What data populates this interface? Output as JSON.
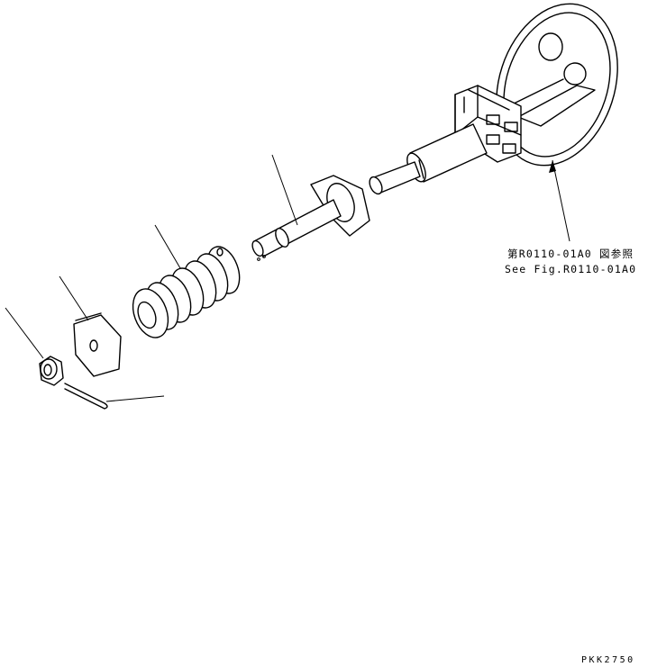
{
  "reference": {
    "jp": "第R0110-01A0 図参照",
    "en": "See Fig.R0110-01A0"
  },
  "drawing_id": "PKK2750",
  "parts": [
    {
      "name": "idler-wheel-assembly",
      "icon": "idler-wheel"
    },
    {
      "name": "recoil-rod",
      "icon": "threaded-rod"
    },
    {
      "name": "recoil-spring",
      "icon": "coil-spring"
    },
    {
      "name": "spring-seat-plate",
      "icon": "plate"
    },
    {
      "name": "castle-nut",
      "icon": "hex-nut"
    },
    {
      "name": "cotter-pin",
      "icon": "split-pin"
    }
  ]
}
